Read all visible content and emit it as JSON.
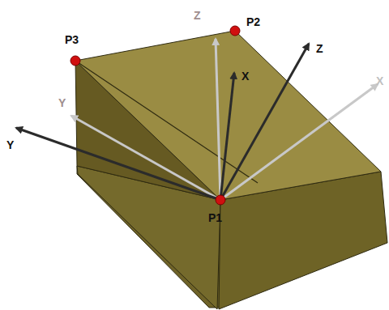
{
  "diagram": {
    "labels": [
      "Z",
      "P2",
      "Z",
      "P3",
      "X",
      "Y",
      "X",
      "Y",
      "P1"
    ]
  }
}
